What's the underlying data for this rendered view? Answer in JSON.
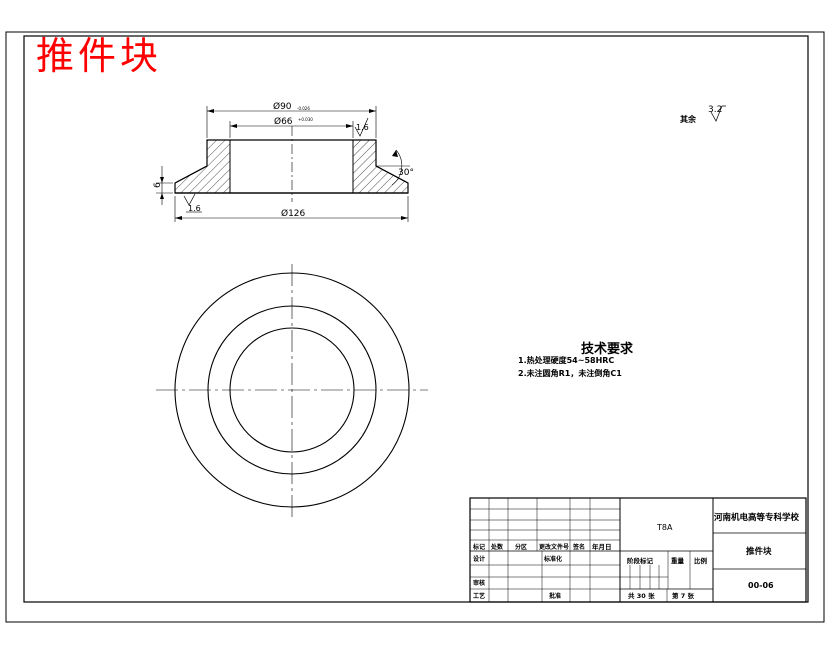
{
  "drawing_title": "推件块",
  "dimensions": {
    "outer_diameter": "Ø90",
    "outer_tolerance": "-0.026",
    "inner_diameter": "Ø66",
    "inner_tolerance": "+0.030",
    "base_diameter": "Ø126",
    "height": "6",
    "chamfer_angle": "30°",
    "roughness_inner": "1.6",
    "roughness_bottom": "1.6"
  },
  "surface_note": {
    "label": "其余",
    "value": "3.2"
  },
  "technical_requirements": {
    "title": "技术要求",
    "items": [
      "1.热处理硬度54~58HRC",
      "2.未注圆角R1，未注倒角C1"
    ]
  },
  "title_block": {
    "school": "河南机电高等专科学校",
    "material": "T8A",
    "part_name": "推件块",
    "drawing_number": "00-06",
    "sheet_total": "共 30 张",
    "sheet_index": "第 7 张",
    "stage_mark": "阶段标记",
    "weight": "重量",
    "scale": "比例",
    "rev_headers": [
      "标记",
      "处数",
      "分区",
      "更改文件号",
      "签名",
      "年月日"
    ],
    "sign_rows": [
      "设计",
      "标准化",
      "审核",
      "工艺",
      "批准"
    ]
  }
}
